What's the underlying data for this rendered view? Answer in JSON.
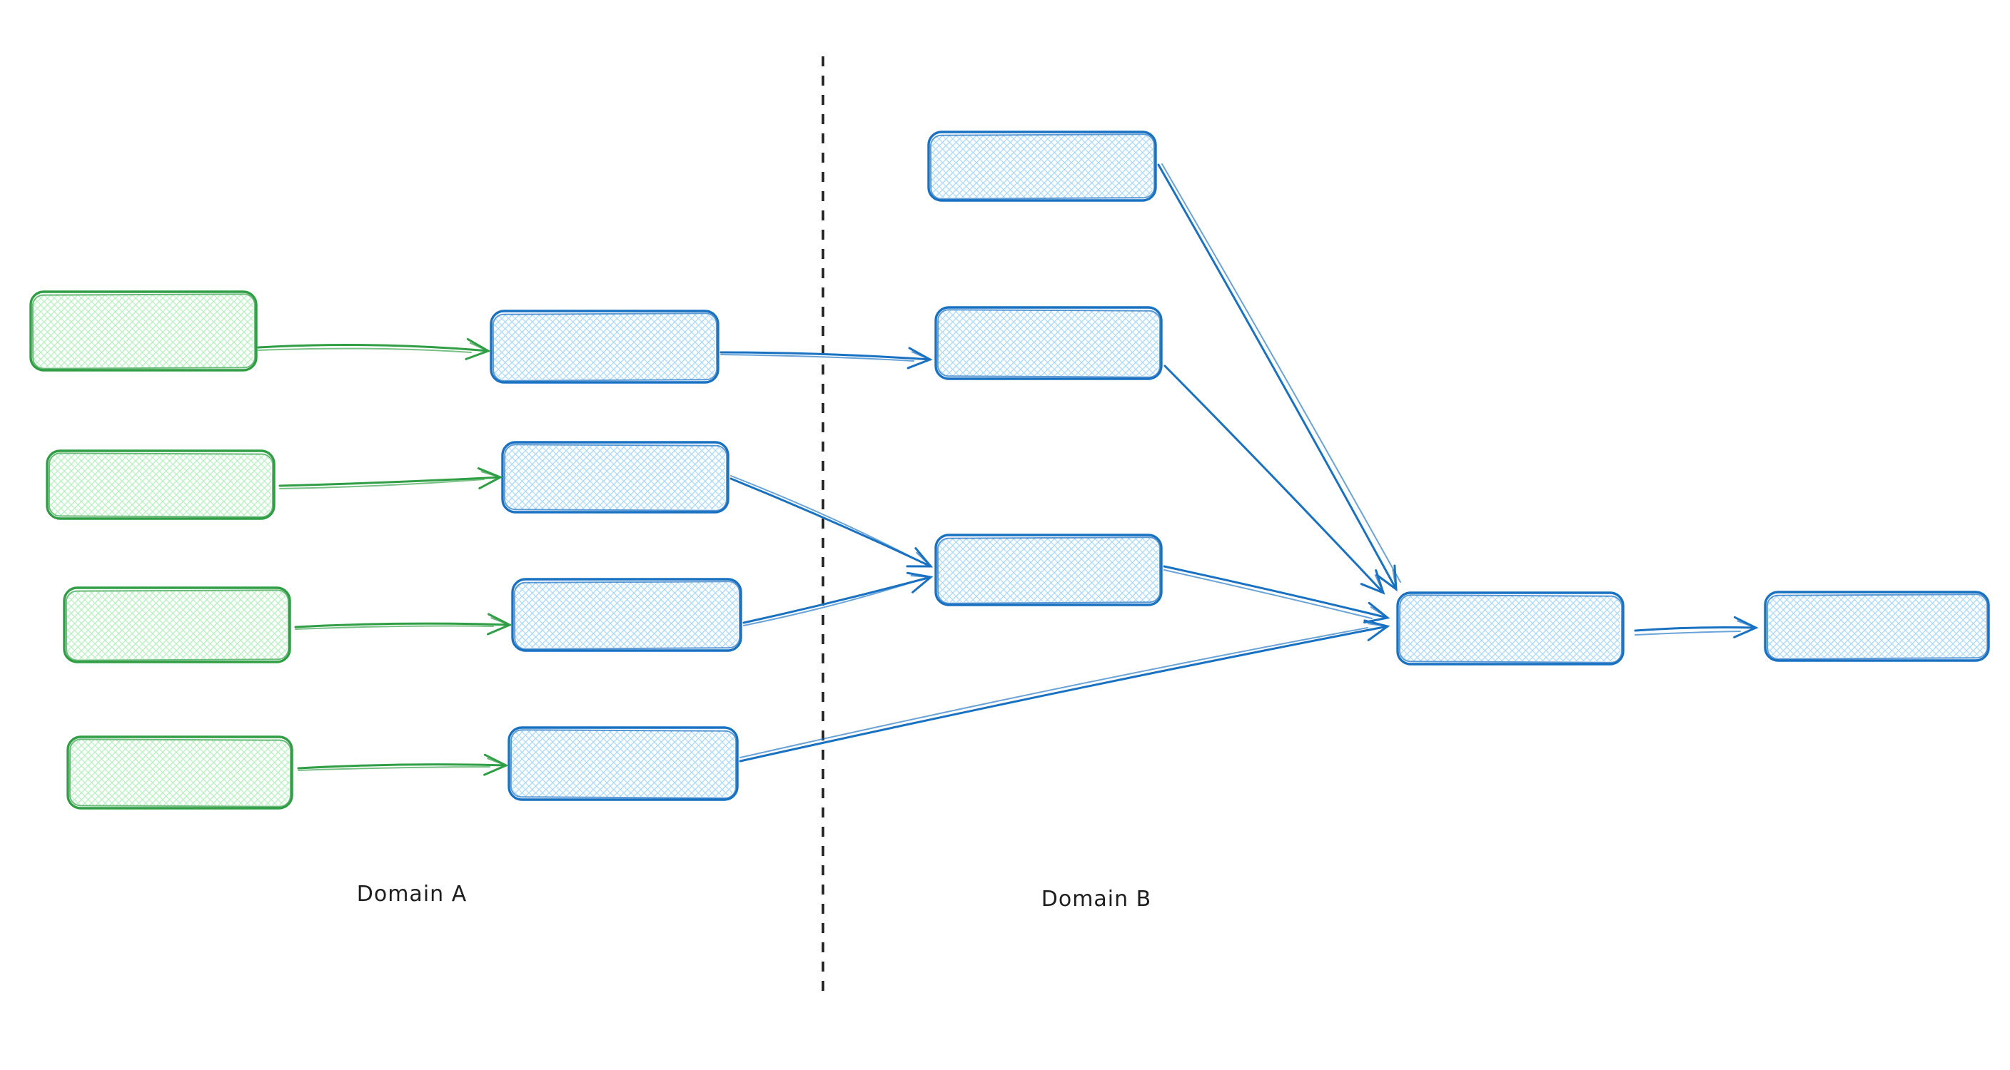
{
  "title": "Cross-domain flow diagram",
  "labels": {
    "domain_a": "Domain A",
    "domain_b": "Domain B"
  },
  "colors": {
    "background": "#ffffff",
    "green_stroke": "#2f9e44",
    "green_fill": "#b2f2bb",
    "blue_stroke": "#1971c2",
    "blue_fill": "#a5d8ff",
    "divider": "#1e1e1e",
    "label_text": "#1e1e1e"
  },
  "graph": {
    "style": "hand-drawn rounded rectangles with cross-hatch fill, no text inside nodes",
    "domains": [
      "Domain A",
      "Domain B"
    ],
    "divider": {
      "orientation": "vertical",
      "line_style": "dashed"
    },
    "nodes": [
      {
        "id": "a-source-1",
        "domain": "A",
        "color": "green",
        "text": ""
      },
      {
        "id": "a-source-2",
        "domain": "A",
        "color": "green",
        "text": ""
      },
      {
        "id": "a-source-3",
        "domain": "A",
        "color": "green",
        "text": ""
      },
      {
        "id": "a-source-4",
        "domain": "A",
        "color": "green",
        "text": ""
      },
      {
        "id": "a-stage-1",
        "domain": "A",
        "color": "blue",
        "text": ""
      },
      {
        "id": "a-stage-2",
        "domain": "A",
        "color": "blue",
        "text": ""
      },
      {
        "id": "a-stage-3",
        "domain": "A",
        "color": "blue",
        "text": ""
      },
      {
        "id": "a-stage-4",
        "domain": "A",
        "color": "blue",
        "text": ""
      },
      {
        "id": "b-node-1",
        "domain": "B",
        "color": "blue",
        "text": ""
      },
      {
        "id": "b-node-2",
        "domain": "B",
        "color": "blue",
        "text": ""
      },
      {
        "id": "b-node-3",
        "domain": "B",
        "color": "blue",
        "text": ""
      },
      {
        "id": "b-merge",
        "domain": "B",
        "color": "blue",
        "text": ""
      },
      {
        "id": "b-output",
        "domain": "B",
        "color": "blue",
        "text": ""
      }
    ],
    "edges": [
      {
        "from": "a-source-1",
        "to": "a-stage-1",
        "color": "green"
      },
      {
        "from": "a-source-2",
        "to": "a-stage-2",
        "color": "green"
      },
      {
        "from": "a-source-3",
        "to": "a-stage-3",
        "color": "green"
      },
      {
        "from": "a-source-4",
        "to": "a-stage-4",
        "color": "green"
      },
      {
        "from": "a-stage-1",
        "to": "b-node-2",
        "color": "blue"
      },
      {
        "from": "a-stage-2",
        "to": "b-node-3",
        "color": "blue"
      },
      {
        "from": "a-stage-3",
        "to": "b-node-3",
        "color": "blue"
      },
      {
        "from": "a-stage-4",
        "to": "b-merge",
        "color": "blue"
      },
      {
        "from": "b-node-1",
        "to": "b-merge",
        "color": "blue"
      },
      {
        "from": "b-node-2",
        "to": "b-merge",
        "color": "blue"
      },
      {
        "from": "b-node-3",
        "to": "b-merge",
        "color": "blue"
      },
      {
        "from": "b-merge",
        "to": "b-output",
        "color": "blue"
      }
    ]
  }
}
